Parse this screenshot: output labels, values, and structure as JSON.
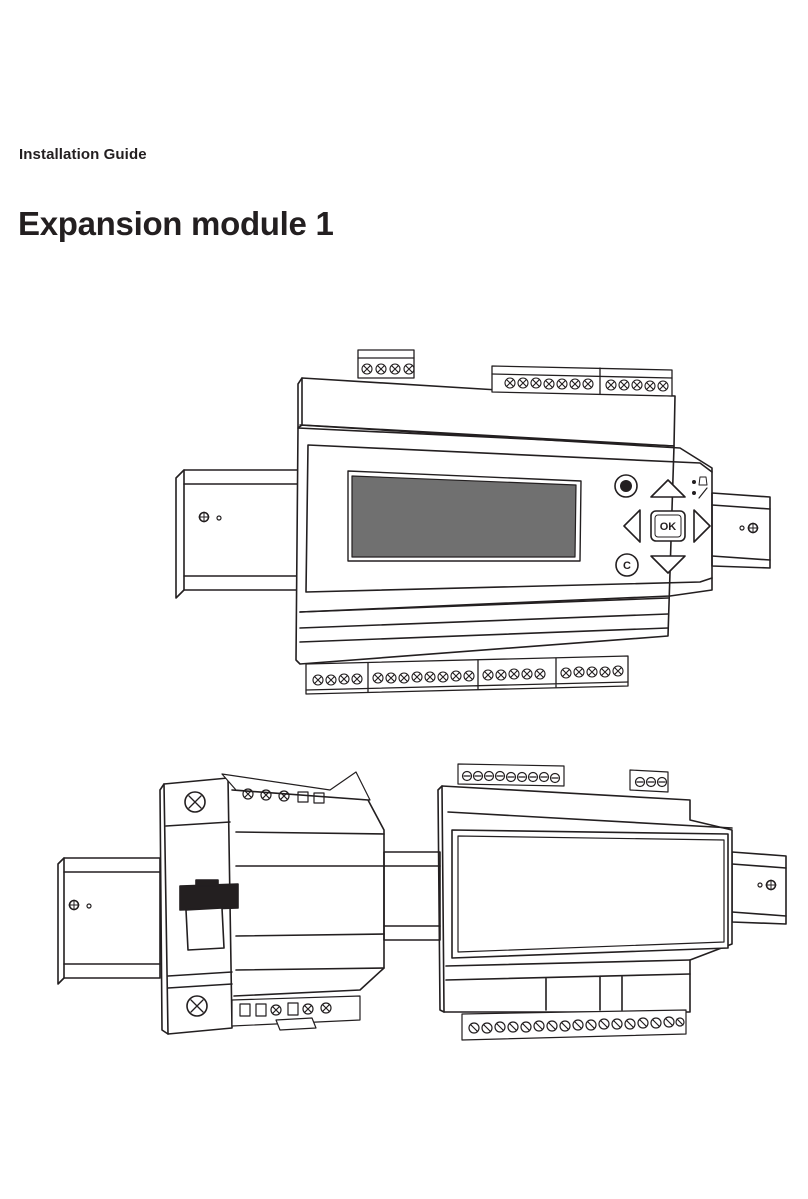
{
  "header": {
    "doc_type": "Installation Guide",
    "title": "Expansion module 1"
  },
  "device_top": {
    "ok_label": "OK",
    "clear_label": "C"
  },
  "colors": {
    "ink": "#231f20",
    "display": "#707070",
    "background": "#ffffff"
  }
}
